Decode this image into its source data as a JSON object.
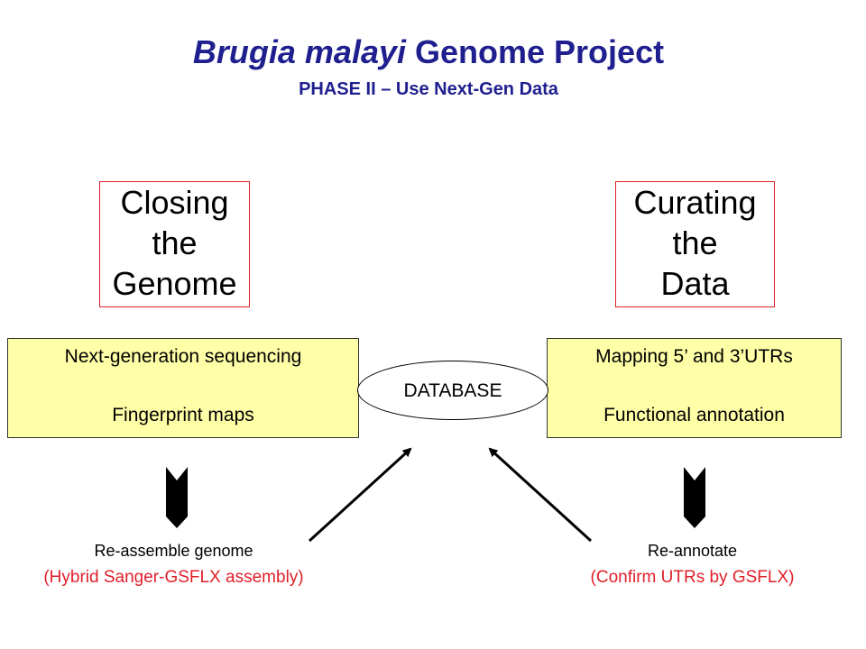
{
  "header": {
    "title_italic": "Brugia malayi",
    "title_rest": " Genome Project",
    "subtitle": "PHASE II – Use Next-Gen Data"
  },
  "left_goal": {
    "lines": [
      "Closing",
      "the",
      "Genome"
    ]
  },
  "right_goal": {
    "lines": [
      "Curating",
      "the",
      "Data"
    ]
  },
  "left_box": {
    "line1": "Next-generation sequencing",
    "line2": "Fingerprint maps"
  },
  "right_box": {
    "line1": "Mapping 5’ and 3’UTRs",
    "line2": "Functional annotation"
  },
  "database": {
    "label": "DATABASE"
  },
  "left_output": {
    "action": "Re-assemble genome",
    "detail": "(Hybrid Sanger-GSFLX assembly)"
  },
  "right_output": {
    "action": "Re-annotate",
    "detail": "(Confirm UTRs by GSFLX)"
  },
  "colors": {
    "title": "#1f1f8f",
    "goal_border": "#e0202a",
    "process_fill": "#ffffa8",
    "detail_text": "#e0202a"
  }
}
